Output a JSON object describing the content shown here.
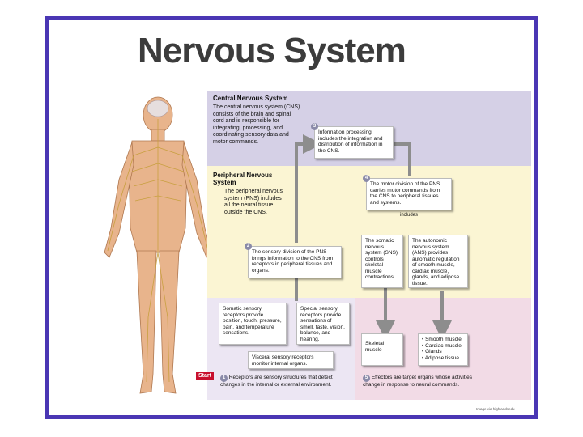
{
  "title": "Nervous System",
  "cns": {
    "heading": "Central Nervous System",
    "text": "The central nervous system (CNS) consists of the brain and spinal cord and is responsible for integrating, processing, and coordinating sensory data and motor commands."
  },
  "pns": {
    "heading": "Peripheral Nervous System",
    "text": "The peripheral nervous system (PNS) includes all the neural tissue outside the CNS."
  },
  "steps": {
    "s1": {
      "num": "1",
      "text": "Receptors are sensory structures that detect changes in the internal or external environment."
    },
    "s2": {
      "num": "2",
      "text": "The sensory division of the PNS brings information to the CNS from receptors in peripheral tissues and organs."
    },
    "s3": {
      "num": "3",
      "text": "Information processing includes the integration and distribution of information in the CNS."
    },
    "s4": {
      "num": "4",
      "text": "The motor division of the PNS carries motor commands from the CNS to peripheral tissues and systems."
    },
    "s5": {
      "num": "5",
      "text": "Effectors are target organs whose activities change in response to neural commands."
    }
  },
  "includes": "includes",
  "sns": "The somatic nervous system (SNS) controls skeletal muscle contractions.",
  "ans": "The autonomic nervous system (ANS) provides automatic regulation of smooth muscle, cardiac muscle, glands, and adipose tissue.",
  "somatic_receptors": "Somatic sensory receptors provide position, touch, pressure, pain, and temperature sensations.",
  "special_receptors": "Special sensory receptors provide sensations of smell, taste, vision, balance, and hearing.",
  "visceral_receptors": "Visceral sensory receptors monitor internal organs.",
  "skeletal_muscle": "Skeletal muscle",
  "effector_list": [
    "• Smooth muscle",
    "• Cardiac muscle",
    "• Glands",
    "• Adipose tissue"
  ],
  "start_label": "Start",
  "credit": "Image via highlandsedu",
  "colors": {
    "frame": "#4a36b4",
    "cns_panel": "#d5d0e6",
    "pns_panel": "#fbf5d3",
    "effector_panel": "#f2dbe6",
    "arrow": "#8d8d8d",
    "start": "#c8102e"
  }
}
